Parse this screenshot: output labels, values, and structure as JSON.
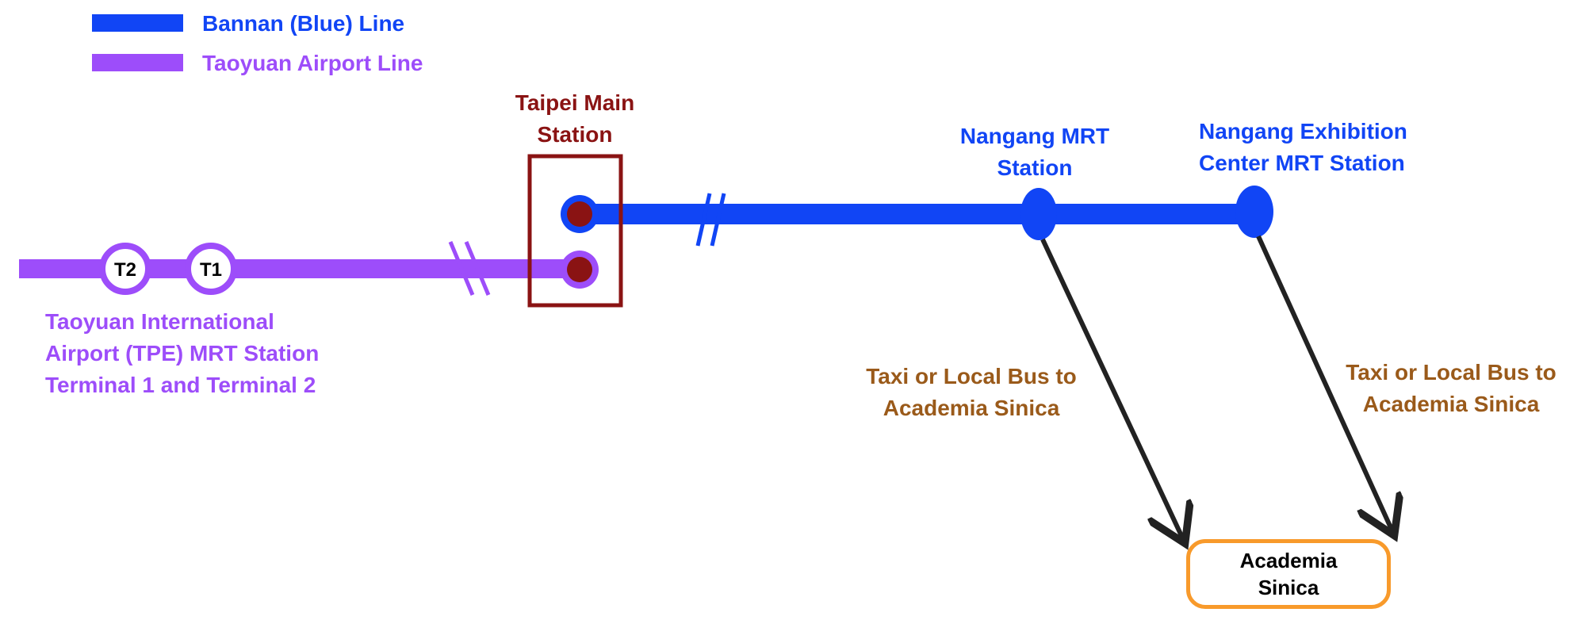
{
  "colors": {
    "blue_line": "#1145F5",
    "airport_line": "#9D4DFA",
    "taipei_main": "#8A1313",
    "station_dot": "#8A1313",
    "transfer_text": "#9A5A1A",
    "destination_border": "#F89A2B",
    "arrow": "#222222"
  },
  "legend": [
    {
      "label": "Bannan (Blue) Line",
      "color": "#1145F5"
    },
    {
      "label": "Taoyuan Airport Line",
      "color": "#9D4DFA"
    }
  ],
  "stations": {
    "taipei_main": {
      "lines": [
        "Taipei Main",
        "Station"
      ]
    },
    "nangang": {
      "lines": [
        "Nangang MRT",
        "Station"
      ]
    },
    "nangang_exhibition": {
      "lines": [
        "Nangang Exhibition",
        "Center MRT Station"
      ]
    },
    "airport": {
      "lines": [
        "Taoyuan International",
        "Airport (TPE) MRT Station",
        "Terminal 1 and Terminal 2"
      ]
    }
  },
  "terminals": {
    "t2": "T2",
    "t1": "T1"
  },
  "transfers": {
    "left": {
      "lines": [
        "Taxi or Local Bus to",
        "Academia Sinica"
      ]
    },
    "right": {
      "lines": [
        "Taxi or Local Bus to",
        "Academia Sinica"
      ]
    }
  },
  "destination": {
    "lines": [
      "Academia",
      "Sinica"
    ]
  }
}
